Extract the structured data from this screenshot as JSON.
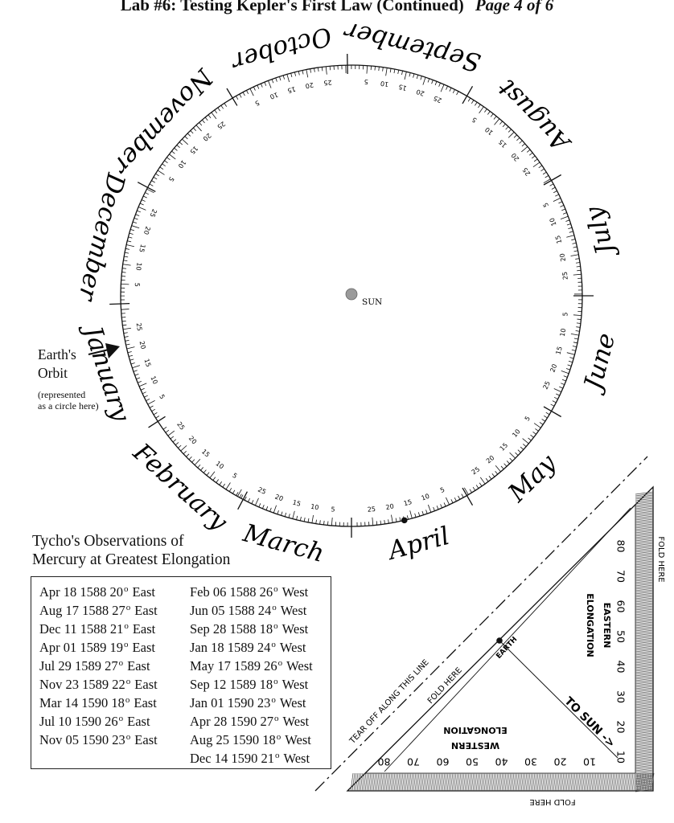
{
  "header": {
    "title": "Lab #6:  Testing Kepler's First Law (Continued)",
    "page": "Page 4 of 6"
  },
  "wheel": {
    "sun_label": "SUN",
    "earth_orbit_label": [
      "Earth's",
      "Orbit"
    ],
    "earth_orbit_note": [
      "(represented",
      "as a circle here)"
    ],
    "months": [
      {
        "name": "January",
        "start": 147,
        "days": 31
      },
      {
        "name": "February",
        "start": 118,
        "days": 28
      },
      {
        "name": "March",
        "start": 90,
        "days": 31
      },
      {
        "name": "April",
        "start": 60,
        "days": 30
      },
      {
        "name": "May",
        "start": 30,
        "days": 31
      },
      {
        "name": "June",
        "start": 0,
        "days": 30
      },
      {
        "name": "July",
        "start": -30,
        "days": 31
      },
      {
        "name": "August",
        "start": -60,
        "days": 31
      },
      {
        "name": "September",
        "start": -91,
        "days": 30
      },
      {
        "name": "October",
        "start": -121,
        "days": 31
      },
      {
        "name": "November",
        "start": -152,
        "days": 30
      },
      {
        "name": "December",
        "start": -182,
        "days": 31
      }
    ],
    "day_labels": [
      "5",
      "10",
      "15",
      "20",
      "25"
    ],
    "marked_date": "April 18"
  },
  "observations": {
    "title_line1": "Tycho's Observations of",
    "title_line2": "Mercury at Greatest Elongation",
    "east": [
      {
        "date": "Apr 18 1588",
        "deg": "20",
        "dir": "East"
      },
      {
        "date": "Aug 17 1588",
        "deg": "27",
        "dir": "East"
      },
      {
        "date": "Dec 11 1588",
        "deg": "21",
        "dir": "East"
      },
      {
        "date": "Apr 01 1589",
        "deg": "19",
        "dir": "East"
      },
      {
        "date": "Jul 29 1589",
        "deg": "27",
        "dir": "East"
      },
      {
        "date": "Nov 23 1589",
        "deg": "22",
        "dir": "East"
      },
      {
        "date": "Mar 14 1590",
        "deg": "18",
        "dir": "East"
      },
      {
        "date": "Jul 10 1590",
        "deg": "26",
        "dir": "East"
      },
      {
        "date": "Nov 05 1590",
        "deg": "23",
        "dir": "East"
      }
    ],
    "west": [
      {
        "date": "Feb 06 1588",
        "deg": "26",
        "dir": "West"
      },
      {
        "date": "Jun 05 1588",
        "deg": "24",
        "dir": "West"
      },
      {
        "date": "Sep 28 1588",
        "deg": "18",
        "dir": "West"
      },
      {
        "date": "Jan 18 1589",
        "deg": "24",
        "dir": "West"
      },
      {
        "date": "May 17 1589",
        "deg": "26",
        "dir": "West"
      },
      {
        "date": "Sep 12 1589",
        "deg": "18",
        "dir": "West"
      },
      {
        "date": "Jan 01 1590",
        "deg": "23",
        "dir": "West"
      },
      {
        "date": "Apr 28 1590",
        "deg": "27",
        "dir": "West"
      },
      {
        "date": "Aug 25 1590",
        "deg": "18",
        "dir": "West"
      },
      {
        "date": "Dec 14 1590",
        "deg": "21",
        "dir": "West"
      }
    ]
  },
  "protractor": {
    "fold_here_right": "FOLD HERE",
    "fold_here_bottom": "FOLD HERE",
    "fold_here_diag": "FOLD HERE",
    "tear_off": "TEAR OFF ALONG THIS LINE",
    "eastern": "EASTERN",
    "elongation_e": "ELONGATION",
    "western": "WESTERN",
    "elongation_w": "ELONGATION",
    "earth": "EARTH",
    "to_sun": "TO SUN ->",
    "scale_labels": [
      "10",
      "20",
      "30",
      "40",
      "50",
      "60",
      "70",
      "80"
    ]
  }
}
